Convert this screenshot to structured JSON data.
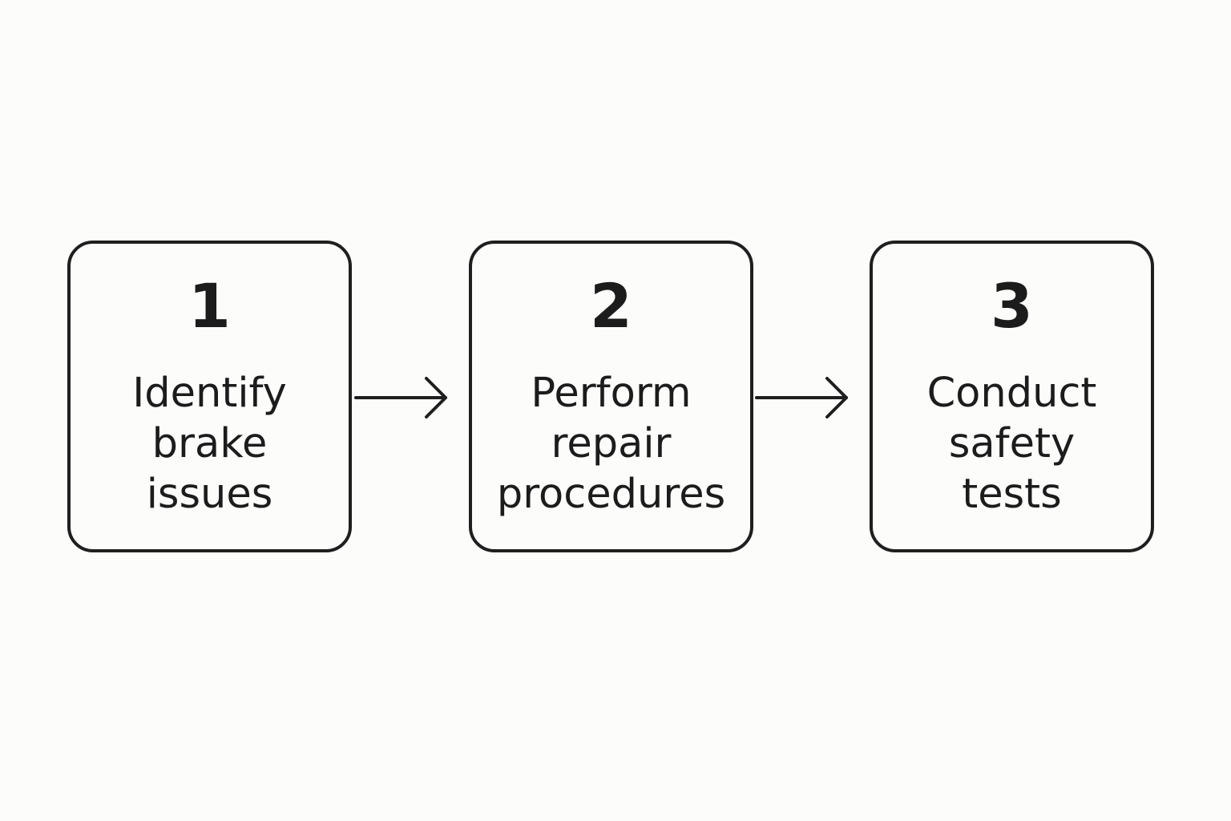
{
  "steps": [
    {
      "number": "1",
      "label": "Identify\nbrake\nissues"
    },
    {
      "number": "2",
      "label": "Perform\nrepair\nprocedures"
    },
    {
      "number": "3",
      "label": "Conduct\nsafety\ntests"
    }
  ],
  "colors": {
    "background": "#fcfcfb",
    "stroke": "#1f1f1f",
    "text": "#1c1c1c"
  },
  "icons": {
    "connector": "arrow-right-icon"
  }
}
